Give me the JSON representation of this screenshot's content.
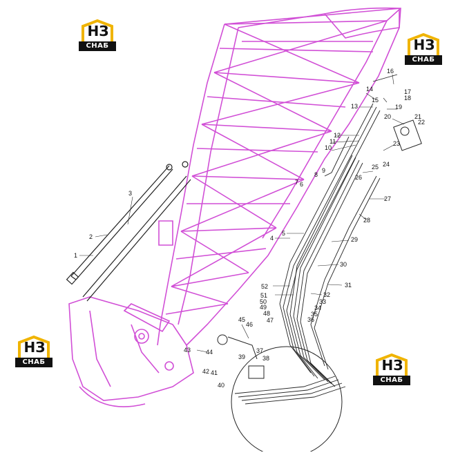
{
  "logos": [
    {
      "id": "logo-top-left",
      "letters": "НЗ",
      "word": "СНАБ"
    },
    {
      "id": "logo-top-right",
      "letters": "НЗ",
      "word": "СНАБ"
    },
    {
      "id": "logo-bottom-left",
      "letters": "НЗ",
      "word": "СНАБ"
    },
    {
      "id": "logo-bottom-right",
      "letters": "НЗ",
      "word": "СНАБ"
    }
  ],
  "colors": {
    "frame": "#d14fd6",
    "parts": "#222222",
    "logo_gold": "#f0b400",
    "logo_dark": "#111111"
  },
  "callouts": [
    "1",
    "2",
    "3",
    "4",
    "5",
    "6",
    "7",
    "8",
    "9",
    "10",
    "11",
    "12",
    "13",
    "14",
    "15",
    "16",
    "17",
    "18",
    "19",
    "20",
    "21",
    "22",
    "23",
    "24",
    "25",
    "26",
    "27",
    "28",
    "29",
    "30",
    "31",
    "32",
    "33",
    "34",
    "35",
    "36",
    "37",
    "38",
    "39",
    "40",
    "41",
    "42",
    "43",
    "44",
    "45",
    "46",
    "47",
    "48",
    "49",
    "50",
    "51",
    "52"
  ]
}
